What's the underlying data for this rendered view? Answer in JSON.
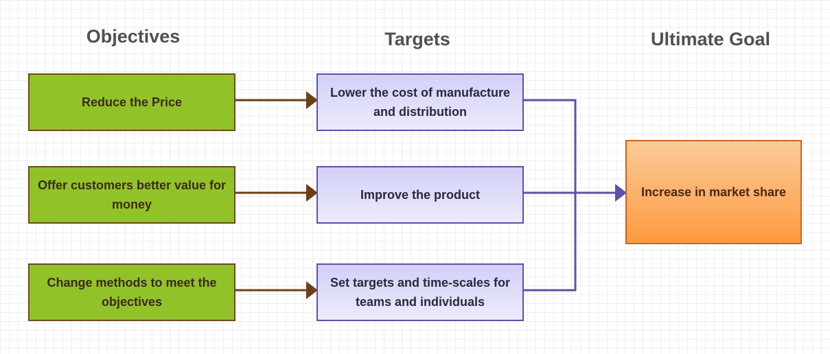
{
  "headings": {
    "objectives": "Objectives",
    "targets": "Targets",
    "goal": "Ultimate Goal"
  },
  "objectives": [
    "Reduce the Price",
    "Offer customers better value for money",
    "Change methods to meet the objectives"
  ],
  "targets": [
    "Lower the cost of manufacture and distribution",
    "Improve the product",
    "Set targets and time-scales for teams and individuals"
  ],
  "goal": "Increase in market share",
  "colors": {
    "objective_fill": "#92c22a",
    "objective_border": "#6b4a1d",
    "target_fill": "#d2d0f7",
    "target_border": "#5b52a6",
    "goal_fill": "#fd9a40",
    "goal_border": "#c8641d",
    "arrow_brown": "#6b3f16",
    "arrow_purple": "#5b52a6"
  }
}
